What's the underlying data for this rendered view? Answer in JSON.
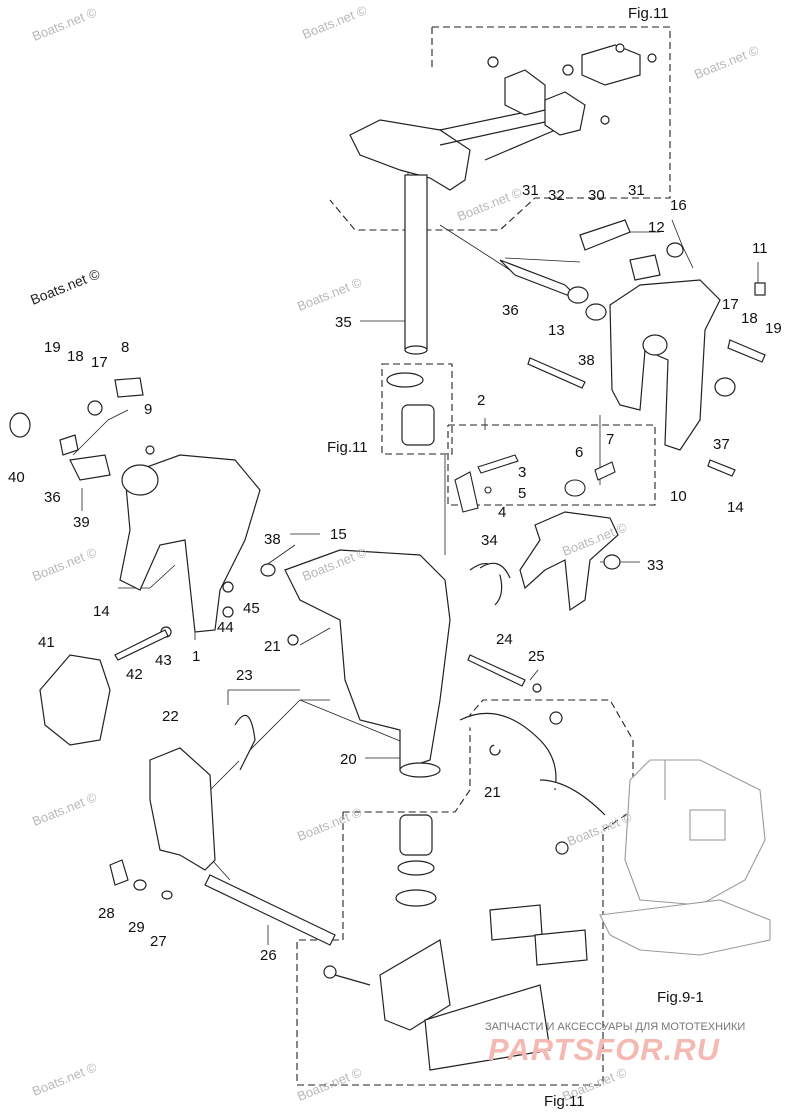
{
  "figure_refs": {
    "top": "Fig.11",
    "middle": "Fig.11",
    "bottom": "Fig.11",
    "right": "Fig.9-1"
  },
  "watermarks": [
    "Boats.net ©",
    "Boats.net ©",
    "Boats.net ©",
    "Boats.net ©",
    "Boats.net ©",
    "Boats.net ©",
    "Boats.net ©",
    "Boats.net ©",
    "Boats.net ©",
    "Boats.net ©",
    "Boats.net ©",
    "Boats.net ©",
    "Boats.net ©",
    "Boats.net ©",
    "Boats.net ©"
  ],
  "brand": {
    "tagline": "ЗАПЧАСТИ И АКСЕССУАРЫ ДЛЯ МОТОТЕХНИКИ",
    "logo": "PARTSFOR.RU"
  },
  "part_labels": [
    "31",
    "32",
    "30",
    "31",
    "16",
    "12",
    "11",
    "36",
    "17",
    "18",
    "19",
    "13",
    "38",
    "35",
    "37",
    "2",
    "3",
    "5",
    "7",
    "4",
    "6",
    "10",
    "14",
    "19",
    "18",
    "17",
    "8",
    "9",
    "40",
    "36",
    "39",
    "15",
    "38",
    "14",
    "45",
    "44",
    "1",
    "34",
    "33",
    "24",
    "25",
    "21",
    "42",
    "43",
    "41",
    "22",
    "23",
    "20",
    "21",
    "28",
    "29",
    "27",
    "26"
  ]
}
